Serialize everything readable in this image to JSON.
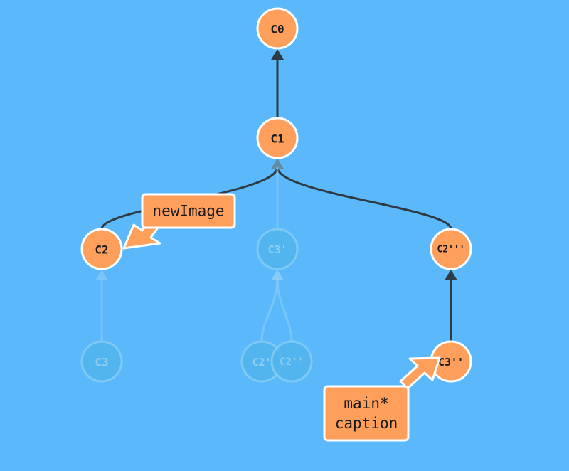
{
  "colors": {
    "background": "#5bb8fb",
    "commit_fill": "#ff9f5c",
    "commit_stroke": "#ffffff",
    "edge": "#2f3a44",
    "ghost": "#52b5ee"
  },
  "commits": [
    {
      "id": "C0",
      "label": "C0",
      "state": "active"
    },
    {
      "id": "C1",
      "label": "C1",
      "state": "active"
    },
    {
      "id": "C2",
      "label": "C2",
      "state": "active"
    },
    {
      "id": "C3p",
      "label": "C3'",
      "state": "ghost"
    },
    {
      "id": "C2ppp",
      "label": "C2'''",
      "state": "active"
    },
    {
      "id": "C3",
      "label": "C3",
      "state": "ghost"
    },
    {
      "id": "C2p",
      "label": "C2'",
      "state": "ghost"
    },
    {
      "id": "C2pp",
      "label": "C2''",
      "state": "ghost"
    },
    {
      "id": "C3pp",
      "label": "C3''",
      "state": "active"
    }
  ],
  "edges": [
    {
      "from": "C1",
      "to": "C0",
      "state": "active"
    },
    {
      "from": "C2",
      "to": "C1",
      "state": "active"
    },
    {
      "from": "C2ppp",
      "to": "C1",
      "state": "active"
    },
    {
      "from": "C3p",
      "to": "C1",
      "state": "ghost"
    },
    {
      "from": "C3",
      "to": "C2",
      "state": "ghost"
    },
    {
      "from": "C2p",
      "to": "C3p",
      "state": "ghost"
    },
    {
      "from": "C2pp",
      "to": "C3p",
      "state": "ghost"
    },
    {
      "from": "C3pp",
      "to": "C2ppp",
      "state": "active"
    }
  ],
  "tags": [
    {
      "id": "newImage",
      "lines": [
        "newImage"
      ],
      "points_to": "C2"
    },
    {
      "id": "main",
      "lines": [
        "main*",
        "caption"
      ],
      "points_to": "C3pp"
    }
  ]
}
